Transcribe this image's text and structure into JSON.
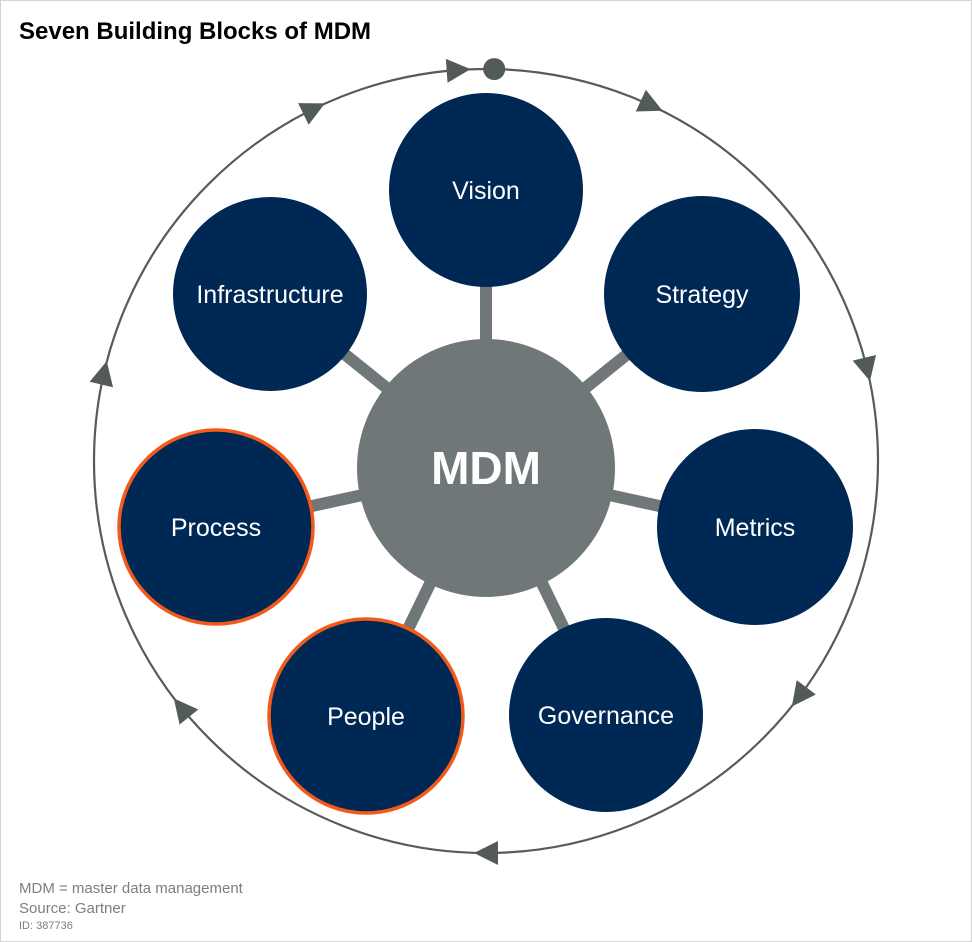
{
  "title": "Seven Building Blocks of MDM",
  "center": {
    "label": "MDM",
    "color": "#6f7778"
  },
  "colors": {
    "node_fill": "#002855",
    "highlight_border": "#f25a1a",
    "connector": "#6f7778",
    "cycle_line": "#555d59",
    "arrow": "#535b57"
  },
  "nodes": [
    {
      "id": "vision",
      "label": "Vision",
      "highlighted": false
    },
    {
      "id": "strategy",
      "label": "Strategy",
      "highlighted": false
    },
    {
      "id": "metrics",
      "label": "Metrics",
      "highlighted": false
    },
    {
      "id": "governance",
      "label": "Governance",
      "highlighted": false
    },
    {
      "id": "people",
      "label": "People",
      "highlighted": true
    },
    {
      "id": "process",
      "label": "Process",
      "highlighted": true
    },
    {
      "id": "infrastructure",
      "label": "Infrastructure",
      "highlighted": false
    }
  ],
  "cycle": {
    "direction": "clockwise"
  },
  "footer": {
    "definition": "MDM = master data management",
    "source": "Source: Gartner",
    "id": "ID: 387736"
  }
}
